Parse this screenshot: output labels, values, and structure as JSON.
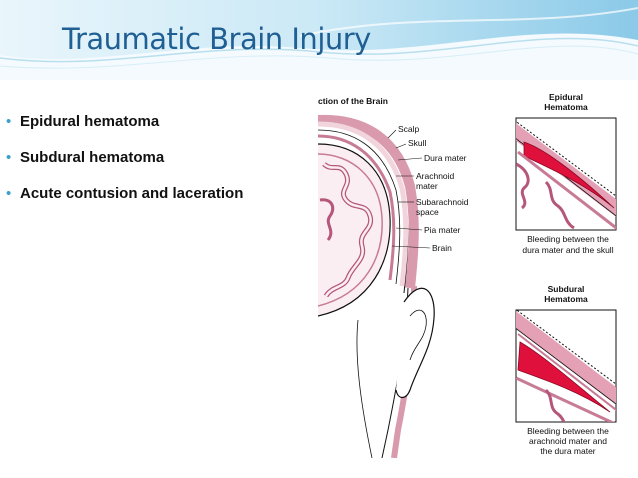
{
  "slide": {
    "title": "Traumatic Brain Injury",
    "bullets": [
      "Epidural hematoma",
      "Subdural hematoma",
      "Acute contusion and laceration"
    ]
  },
  "figure": {
    "caption_partial": "ction of the Brain",
    "layer_labels": [
      "Scalp",
      "Skull",
      "Dura mater",
      "Arachnoid",
      "mater",
      "Subarachnoid",
      "space",
      "Pia mater",
      "Brain"
    ],
    "epidural": {
      "title_line1": "Epidural",
      "title_line2": "Hematoma",
      "caption_line1": "Bleeding between the",
      "caption_line2": "dura mater and the skull"
    },
    "subdural": {
      "title_line1": "Subdural",
      "title_line2": "Hematoma",
      "caption_line1": "Bleeding between the",
      "caption_line2": "arachnoid mater and",
      "caption_line3": "the dura mater"
    }
  },
  "colors": {
    "title": "#1f5f94",
    "bullet_marker": "#3aa0c8",
    "header_wave": "#9fd3ea",
    "blood": "#e0103c",
    "tissue_pink": "#e4a0b4"
  }
}
